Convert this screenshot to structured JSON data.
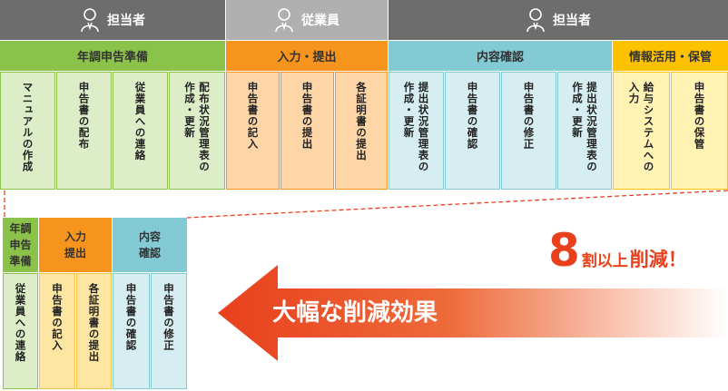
{
  "roles": [
    {
      "label": "担当者",
      "icon": "person-icon"
    },
    {
      "label": "従業員",
      "icon": "person-icon"
    },
    {
      "label": "担当者",
      "icon": "person-icon"
    }
  ],
  "phases": [
    {
      "label": "年調申告準備",
      "color": "#8bc34a"
    },
    {
      "label": "入力・提出",
      "color": "#f7941d"
    },
    {
      "label": "内容確認",
      "color": "#82cbd4"
    },
    {
      "label": "情報活用・保管",
      "color": "#ffc200"
    }
  ],
  "tasks": [
    "マニュアルの作成",
    "申告書の配布",
    "従業員への連絡",
    "配布状況管理表の\n作成・更新",
    "申告書の記入",
    "申告書の提出",
    "各証明書の提出",
    "提出状況管理表の\n作成・更新",
    "申告書の確認",
    "申告書の修正",
    "提出状況管理表の\n作成・更新",
    "給与システムへの\n入力",
    "申告書の保管"
  ],
  "after": {
    "phases": [
      "年調\n申告\n準備",
      "入力\n提出",
      "内容\n確認"
    ],
    "tasks": [
      "従業員への連絡",
      "申告書の記入",
      "各証明書の提出",
      "申告書の確認",
      "申告書の修正"
    ]
  },
  "arrow_label": "大幅な削減効果",
  "reduction": {
    "number": "8",
    "text": "割以上",
    "emphasis": "削減！"
  },
  "colors": {
    "role_bg": "#6d6d6d",
    "role_bg_light": "#b0b0b0",
    "prep_cell": "#dcedc8",
    "input_cell": "#fdd5a6",
    "check_cell": "#d6eef1",
    "store_cell": "#fff2b3",
    "after_input_cell": "#fde6a1",
    "red": "#e8401c"
  }
}
